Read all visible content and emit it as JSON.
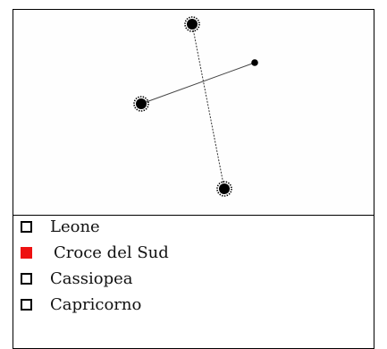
{
  "quiz": {
    "constellation_image": {
      "stars": [
        {
          "name": "star-top",
          "size": "large"
        },
        {
          "name": "star-right",
          "size": "small"
        },
        {
          "name": "star-left",
          "size": "large"
        },
        {
          "name": "star-bottom",
          "size": "large"
        }
      ],
      "lines": [
        {
          "from": "star-top",
          "to": "star-bottom",
          "style": "dotted"
        },
        {
          "from": "star-left",
          "to": "star-right",
          "style": "solid"
        }
      ]
    },
    "options": [
      {
        "label": "Leone",
        "selected": false
      },
      {
        "label": "Croce del Sud",
        "selected": true
      },
      {
        "label": "Cassiopea",
        "selected": false
      },
      {
        "label": "Capricorno",
        "selected": false
      }
    ],
    "colors": {
      "selected": "#ee1111",
      "unselected": "#ffffff",
      "border": "#000000"
    }
  }
}
